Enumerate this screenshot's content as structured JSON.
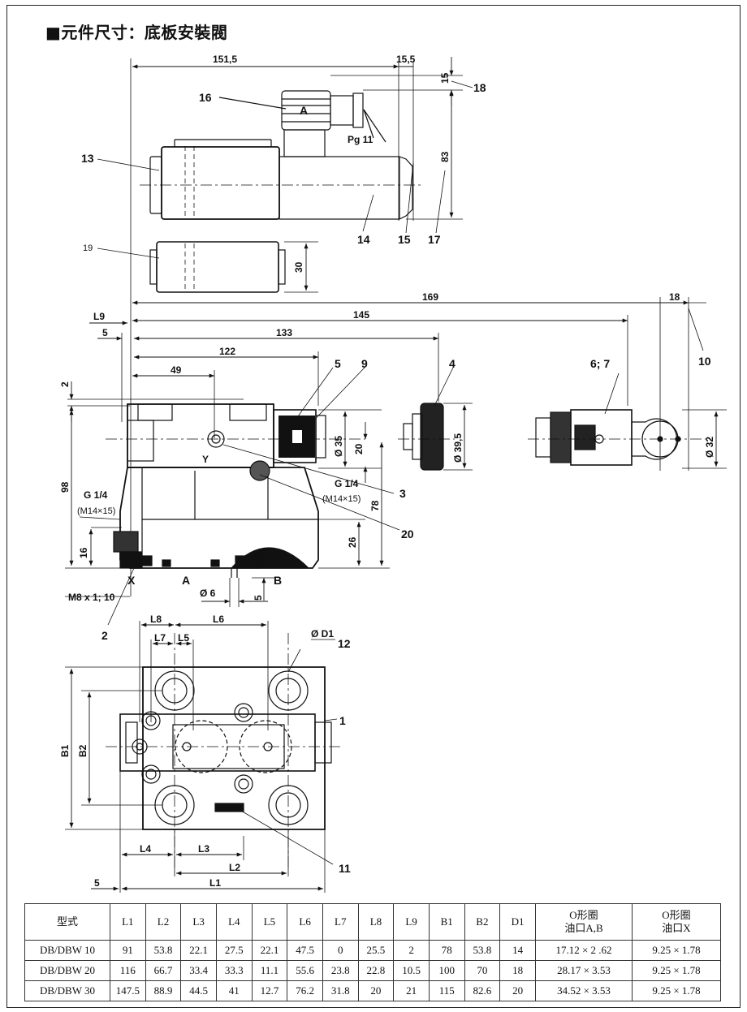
{
  "heading": "■元件尺寸：底板安裝閥",
  "callouts": {
    "c1": "1",
    "c2": "2",
    "c3": "3",
    "c4": "4",
    "c5": "5",
    "c67": "6; 7",
    "c9": "9",
    "c10": "10",
    "c11": "11",
    "c12": "12",
    "c13": "13",
    "c14": "14",
    "c15": "15",
    "c16": "16",
    "c17": "17",
    "c18": "18",
    "c19": "19",
    "c20": "20"
  },
  "dims": {
    "d151_5": "151,5",
    "d15_5": "15,5",
    "d15": "15",
    "d83": "83",
    "d30": "30",
    "d169": "169",
    "d18": "18",
    "d145": "145",
    "d133": "133",
    "d122": "122",
    "d49": "49",
    "dL9": "L9",
    "d5a": "5",
    "d2": "2",
    "d98": "98",
    "d16": "16",
    "d78": "78",
    "d26": "26",
    "d35": "Ø 35",
    "d20": "20",
    "d39_5": "Ø 39,5",
    "d32": "Ø 32",
    "d6": "Ø 6",
    "d5b": "5",
    "dL8": "L8",
    "dL7": "L7",
    "dL5": "L5",
    "dL6": "L6",
    "dD1": "Ø D1",
    "dB1": "B1",
    "dB2": "B2",
    "dL4": "L4",
    "dL3": "L3",
    "dL2": "L2",
    "dL1": "L1",
    "d5c": "5"
  },
  "labels": {
    "A_coil": "A",
    "pg11": "Pg 11",
    "Y": "Y",
    "G14a": "G 1/4",
    "M14a": "(M14×15)",
    "G14b": "G 1/4",
    "M14b": "(M14×15)",
    "X": "X",
    "A_port": "A",
    "B_port": "B",
    "m8": "M8 x 1; 10"
  },
  "table": {
    "headers": [
      "型式",
      "L1",
      "L2",
      "L3",
      "L4",
      "L5",
      "L6",
      "L7",
      "L8",
      "L9",
      "B1",
      "B2",
      "D1",
      "O形圈 油口A,B",
      "O形圈 油口X"
    ],
    "header_last": {
      "o1a": "O形圈",
      "o1b": "油口A,B",
      "o2a": "O形圈",
      "o2b": "油口X"
    },
    "rows": [
      [
        "DB/DBW  10",
        "91",
        "53.8",
        "22.1",
        "27.5",
        "22.1",
        "47.5",
        "0",
        "25.5",
        "2",
        "78",
        "53.8",
        "14",
        "17.12 × 2 .62",
        "9.25 × 1.78"
      ],
      [
        "DB/DBW  20",
        "116",
        "66.7",
        "33.4",
        "33.3",
        "11.1",
        "55.6",
        "23.8",
        "22.8",
        "10.5",
        "100",
        "70",
        "18",
        "28.17 × 3.53",
        "9.25 × 1.78"
      ],
      [
        "DB/DBW  30",
        "147.5",
        "88.9",
        "44.5",
        "41",
        "12.7",
        "76.2",
        "31.8",
        "20",
        "21",
        "115",
        "82.6",
        "20",
        "34.52 × 3.53",
        "9.25 × 1.78"
      ]
    ]
  }
}
